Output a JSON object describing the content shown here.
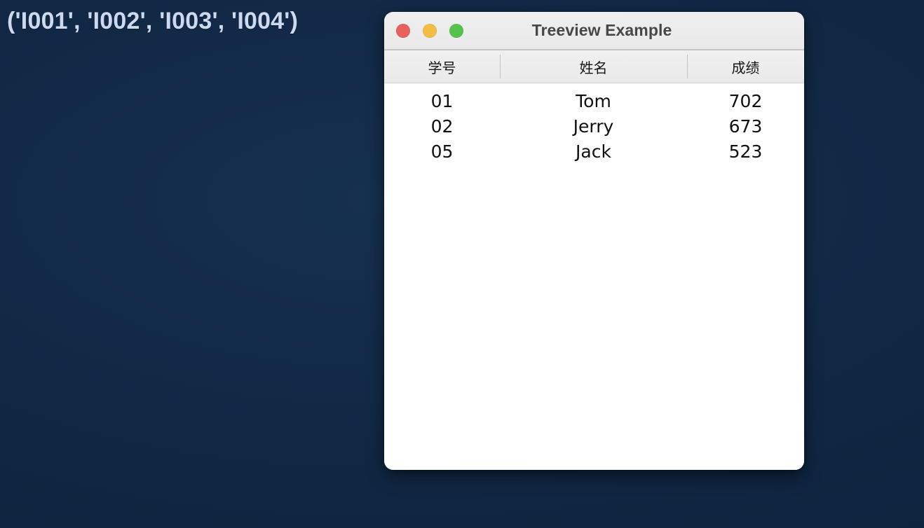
{
  "console": {
    "output": "('I001', 'I002', 'I003', 'I004')"
  },
  "window": {
    "title": "Treeview Example",
    "traffic_lights": [
      {
        "name": "close",
        "color": "#e8615a"
      },
      {
        "name": "minimize",
        "color": "#f2bc45"
      },
      {
        "name": "maximize",
        "color": "#55c24a"
      }
    ]
  },
  "treeview": {
    "columns": [
      {
        "key": "id",
        "label": "学号"
      },
      {
        "key": "name",
        "label": "姓名"
      },
      {
        "key": "score",
        "label": "成绩"
      }
    ],
    "rows": [
      {
        "id": "01",
        "name": "Tom",
        "score": "702"
      },
      {
        "id": "02",
        "name": "Jerry",
        "score": "673"
      },
      {
        "id": "05",
        "name": "Jack",
        "score": "523"
      }
    ]
  },
  "colors": {
    "desktop_background": "#0e2441",
    "console_text": "#ccd9ef",
    "window_background": "#ffffff",
    "titlebar_background": "#ececec",
    "title_text": "#474747",
    "header_background": "#ededed"
  }
}
